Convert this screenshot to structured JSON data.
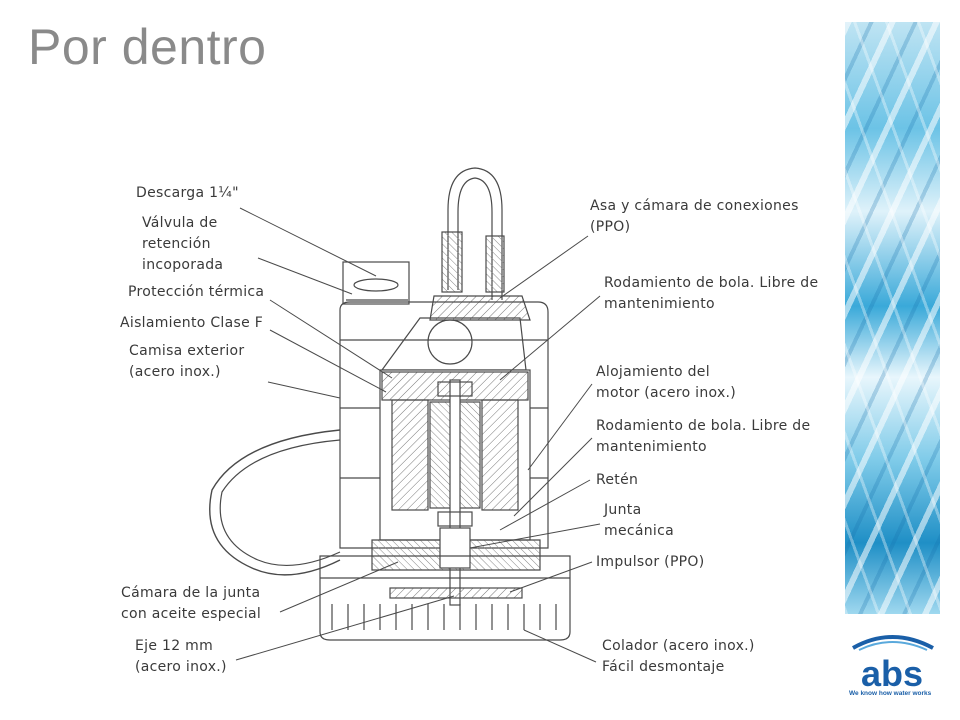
{
  "slide": {
    "title": "Por dentro"
  },
  "labels": {
    "descarga": "Descarga 1¼\"",
    "valvula": [
      "Válvula de",
      "retención",
      "incoporada"
    ],
    "proteccion": "Protección térmica",
    "aislamiento": "Aislamiento Clase F",
    "camisa": [
      "Camisa exterior",
      "(acero inox.)"
    ],
    "camara": [
      "Cámara de la junta",
      "con aceite especial"
    ],
    "eje": [
      "Eje 12 mm",
      "(acero inox.)"
    ],
    "asa": [
      "Asa y cámara de conexiones",
      "(PPO)"
    ],
    "rodamiento1": [
      "Rodamiento de bola. Libre de",
      "mantenimiento"
    ],
    "alojamiento": [
      "Alojamiento del",
      "motor (acero inox.)"
    ],
    "rodamiento2": [
      "Rodamiento de bola. Libre de",
      "mantenimiento"
    ],
    "reten": "Retén",
    "junta": [
      "Junta",
      "mecánica"
    ],
    "impulsor": "Impulsor (PPO)",
    "colador": [
      "Colador (acero inox.)",
      "Fácil desmontaje"
    ]
  },
  "logo": {
    "brand": "abs",
    "tagline": "We know how water works",
    "brand_color": "#1a5fa8"
  },
  "colors": {
    "title": "#8a8a8a",
    "line": "#4a4a4a",
    "text": "#3a3a3a"
  }
}
